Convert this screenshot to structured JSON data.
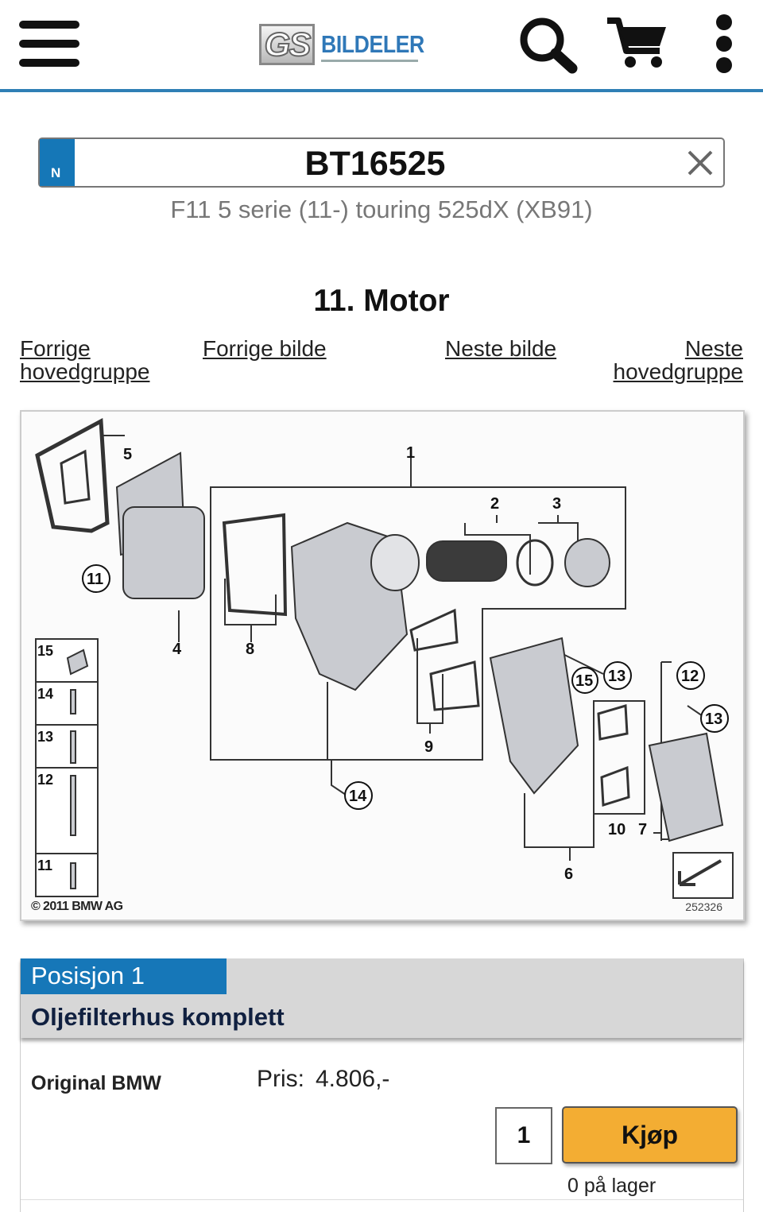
{
  "header": {
    "logo_mark": "GS",
    "logo_text": "BILDELER",
    "icons": {
      "menu": "hamburger-menu-icon",
      "search": "search-icon",
      "cart": "cart-icon",
      "more": "more-vertical-icon"
    },
    "accent_color": "#2f7fb5"
  },
  "search": {
    "flag": "N",
    "value": "BT16525",
    "clear_icon": "close-icon"
  },
  "vehicle": "F11 5 serie (11-) touring 525dX (XB91)",
  "section": {
    "title": "11. Motor"
  },
  "nav": {
    "prev_group_line1": "Forrige",
    "prev_group_line2": "hovedgruppe",
    "prev_image": "Forrige bilde",
    "next_image": "Neste bilde",
    "next_group_line1": "Neste",
    "next_group_line2": "hovedgruppe"
  },
  "diagram": {
    "copyright": "© 2011 BMW AG",
    "image_id": "252326",
    "callouts": [
      "1",
      "2",
      "3",
      "4",
      "5",
      "6",
      "7",
      "8",
      "9",
      "10",
      "11",
      "12",
      "13",
      "14",
      "15"
    ],
    "legend_items": [
      "15",
      "14",
      "13",
      "12",
      "11"
    ]
  },
  "position": {
    "tab": "Posisjon 1",
    "name": "Oljefilterhus komplett",
    "brand": "Original BMW",
    "price_label": "Pris:",
    "price": "4.806,-",
    "quantity": "1",
    "buy_label": "Kjøp",
    "stock": "0 på lager",
    "buy_color": "#f3ad33",
    "tab_color": "#1677b8"
  }
}
